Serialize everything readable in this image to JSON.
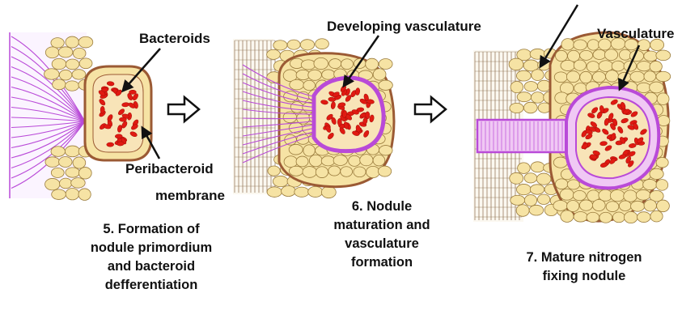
{
  "labels": {
    "bacteroids": "Bacteroids",
    "peribacteroid_line1": "Peribacteroid",
    "peribacteroid_line2": "membrane",
    "developing_vasculature": "Developing vasculature",
    "vasculature": "Vasculature"
  },
  "captions": {
    "stage5": [
      "5. Formation of",
      "nodule primordium",
      "and bacteroid",
      "defferentiation"
    ],
    "stage6": [
      "6. Nodule",
      "maturation and",
      "vasculature",
      "formation"
    ],
    "stage7": [
      "7. Mature nitrogen",
      "fixing nodule"
    ]
  },
  "colors": {
    "cell_fill": "#f6e3a4",
    "cell_stroke": "#9a7b3c",
    "nodule_wall": "#9b5a34",
    "vascular": "#b94ad8",
    "vascular_fill": "#f0c8f4",
    "bacteroid": "#e01a12",
    "infected_bg": "#f8e4b8",
    "root_lines": "#8a6a4a"
  }
}
